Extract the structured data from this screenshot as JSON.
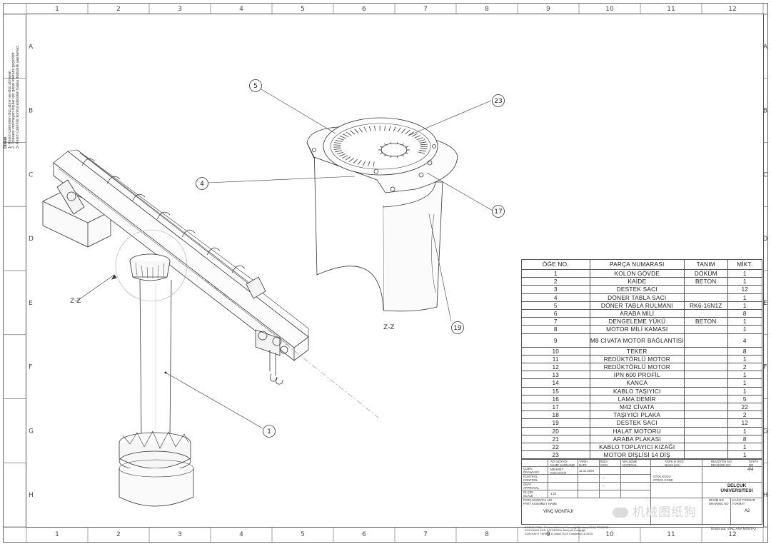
{
  "sheet": {
    "columns": [
      "1",
      "2",
      "3",
      "4",
      "5",
      "6",
      "7",
      "8",
      "9",
      "10",
      "11",
      "12"
    ],
    "rows": [
      "A",
      "B",
      "C",
      "D",
      "E",
      "F",
      "G",
      "H"
    ]
  },
  "notes": {
    "heading": "Dikkat",
    "lines": [
      "1- Resim üzerinden ölçü alınır ise ölçü olmayan.",
      "2- Tolerans verilmeyen ölçüler için genel tolerans geçerlidir.",
      "3- Resim üzerinde kontrol edenden başka değişiklik yapılamaz."
    ]
  },
  "views": {
    "section_mark": "Z-Z",
    "detail_label": "Z-Z"
  },
  "balloons": [
    "5",
    "23",
    "4",
    "17",
    "19",
    "1"
  ],
  "bom": {
    "headers": {
      "item": "ÖĞE NO.",
      "part": "PARÇA NUMARASI",
      "desc": "TANIM",
      "qty": "MİKT."
    },
    "rows": [
      {
        "item": "1",
        "part": "KOLON GÖVDE",
        "desc": "DÖKÜM",
        "qty": "1"
      },
      {
        "item": "2",
        "part": "KAİDE",
        "desc": "BETON",
        "qty": "1"
      },
      {
        "item": "3",
        "part": "DESTEK SACI",
        "desc": "",
        "qty": "12"
      },
      {
        "item": "4",
        "part": "DÖNER TABLA SACI",
        "desc": "",
        "qty": "1"
      },
      {
        "item": "5",
        "part": "DÖNER TABLA RULMANI",
        "desc": "RK6-16N1Z",
        "qty": "1"
      },
      {
        "item": "6",
        "part": "ARABA MİLİ",
        "desc": "",
        "qty": "8"
      },
      {
        "item": "7",
        "part": "DENGELEME YÜKÜ",
        "desc": "BETON",
        "qty": "1"
      },
      {
        "item": "8",
        "part": "MOTOR MİLİ KAMASI",
        "desc": "",
        "qty": "1"
      },
      {
        "item": "9",
        "part": "M8 CİVATA MOTOR BAĞLANTISI",
        "desc": "",
        "qty": "4"
      },
      {
        "item": "10",
        "part": "TEKER",
        "desc": "",
        "qty": "8"
      },
      {
        "item": "11",
        "part": "REDÜKTÖRLÜ MOTOR",
        "desc": "",
        "qty": "1"
      },
      {
        "item": "12",
        "part": "REDÜKTÖRLÜ MOTOR",
        "desc": "",
        "qty": "2"
      },
      {
        "item": "13",
        "part": "IPN 600 PROFİL",
        "desc": "",
        "qty": "1"
      },
      {
        "item": "14",
        "part": "KANCA",
        "desc": "",
        "qty": "1"
      },
      {
        "item": "15",
        "part": "KABLO TAŞIYICI",
        "desc": "",
        "qty": "1"
      },
      {
        "item": "16",
        "part": "LAMA DEMİR",
        "desc": "",
        "qty": "5"
      },
      {
        "item": "17",
        "part": "M42 CİVATA",
        "desc": "",
        "qty": "22"
      },
      {
        "item": "18",
        "part": "TAŞIYICI PLAKA",
        "desc": "",
        "qty": "2"
      },
      {
        "item": "19",
        "part": "DESTEK SACI",
        "desc": "",
        "qty": "12"
      },
      {
        "item": "20",
        "part": "HALAT MOTORU",
        "desc": "",
        "qty": "1"
      },
      {
        "item": "21",
        "part": "ARABA PLAKASI",
        "desc": "",
        "qty": "8"
      },
      {
        "item": "22",
        "part": "KABLO TOPLAYICI KIZAĞI",
        "desc": "",
        "qty": "1"
      },
      {
        "item": "23",
        "part": "MOTOR DİŞLİSİ 14 DİŞ",
        "desc": "",
        "qty": "1"
      }
    ]
  },
  "title_block": {
    "name_hdr": "ADI SOYADI",
    "name_hdr2": "NAME SURNAME",
    "date_hdr": "TARİH",
    "date_hdr2": "DATE",
    "sign_hdr": "İMZA",
    "sign_hdr2": "SIGN",
    "material_hdr": "MALZEME",
    "material_hdr2": "MATERIAL",
    "weight_hdr": "AĞIRLIK (KG)",
    "weight_hdr2": "MASS (KG)",
    "revision_hdr": "REVİZYON NO",
    "revision_hdr2": "REVISION NO",
    "drawn_label": "ÇİZEN",
    "drawn_label2": "DRAWN BY",
    "drawn_by": "MEHMET KOCAYİĞİT",
    "drawn_date": "12.12.2020",
    "check_label": "KONTROL",
    "check_label2": "CONTROL",
    "approval_label": "ONAY",
    "approval_label2": "APPROVAL",
    "stock_hdr": "STOK KODU",
    "stock_hdr2": "STOCK CODE",
    "scale_label": "ÖLÇEK",
    "scale_label2": "SCALE",
    "scale": "1:20",
    "sheet_no": "4/4",
    "sheet_hdr": "SAYFA NO",
    "part_hdr": "PARÇA/MONTAJ ADI",
    "part_hdr2": "PART ASSEMBLY NAME",
    "part_name": "VİNÇ MONTAJI",
    "drawing_no_hdr": "RESİM NO",
    "drawing_no_hdr2": "DRAWING NO",
    "format_hdr": "KAĞIT FORMATI",
    "format_hdr2": "FORMAT",
    "format": "A2",
    "university": "SELÇUK ÜNİVERSİTESİ",
    "dash1": "---",
    "dash2": "---"
  },
  "footer": {
    "line1": "DOSYA YOLU: C:\\Users\\Mehmet Kocayiğit\\Desktop\\VİNÇ PROJESİ",
    "line2": "DOSYANIN SON KAYDEDEN: Mehmet Kocayiğit",
    "line3": "SON KAYIT TARİHİ: 12 Aralık 2020 Cumartesi 18:26:51",
    "right": "Dosya adı: VİNÇ ANA MONTAJ"
  },
  "watermark": "机械图纸狗"
}
